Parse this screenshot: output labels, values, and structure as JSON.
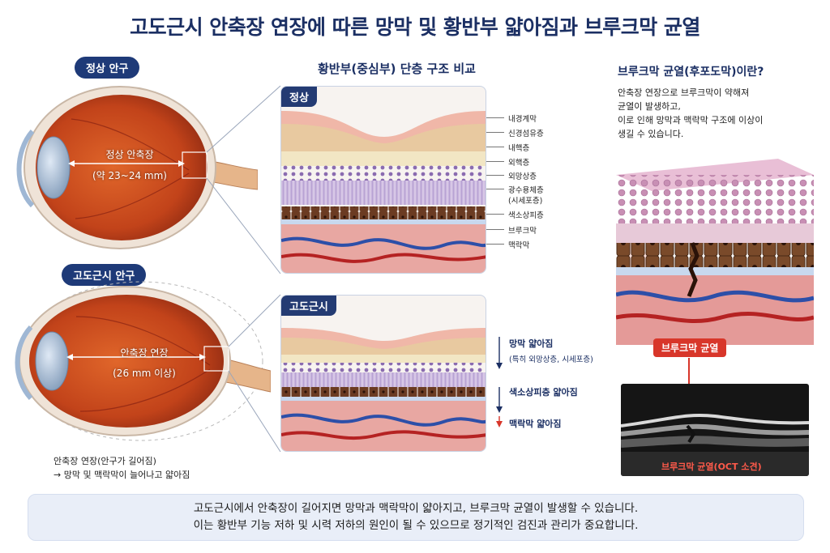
{
  "title": "고도근시 안축장 연장에 따른 망막 및 황반부 얇아짐과 브루크막 균열",
  "normal_eye": {
    "pill": "정상 안구",
    "length_label": "정상 안축장",
    "length_value": "(약 23~24 mm)"
  },
  "myopic_eye": {
    "pill": "고도근시 안구",
    "length_label": "안축장 연장",
    "length_value": "(26 mm 이상)",
    "caption_line1": "안축장 연장(안구가 길어짐)",
    "caption_line2": "→ 망막 및 맥락막이 늘어나고 얇아짐"
  },
  "macula": {
    "heading": "황반부(중심부) 단층 구조 비교",
    "normal_tag": "정상",
    "myopic_tag": "고도근시",
    "layers": [
      "내경계막",
      "신경섬유층",
      "내핵층",
      "외핵층",
      "외망상층",
      "광수용체층",
      "(시세포층)",
      "색소상피층",
      "브루크막",
      "맥락막"
    ],
    "changes": {
      "retina": "망막 얇아짐",
      "retina_sub": "(특히 외망상층, 시세포층)",
      "rpe": "색소상피층 얇아짐",
      "choroid": "맥락막 얇아짐"
    }
  },
  "bruch": {
    "title": "브루크막 균열(후포도막)이란?",
    "text_lines": [
      "안축장 연장으로 브루크막이 약해져",
      "균열이 발생하고,",
      "이로 인해 망막과 맥락막 구조에 이상이",
      "생길 수 있습니다."
    ],
    "badge": "브루크막 균열",
    "oct_caption": "브루크막 균열(OCT 소견)"
  },
  "footer": {
    "line1": "고도근시에서 안축장이 길어지면 망막과 맥락막이 얇아지고, 브루크막 균열이 발생할 수 있습니다.",
    "line2": "이는 황반부 기능 저하 및 시력 저하의 원인이 될 수 있으므로 정기적인 검진과 관리가 중요합니다."
  }
}
